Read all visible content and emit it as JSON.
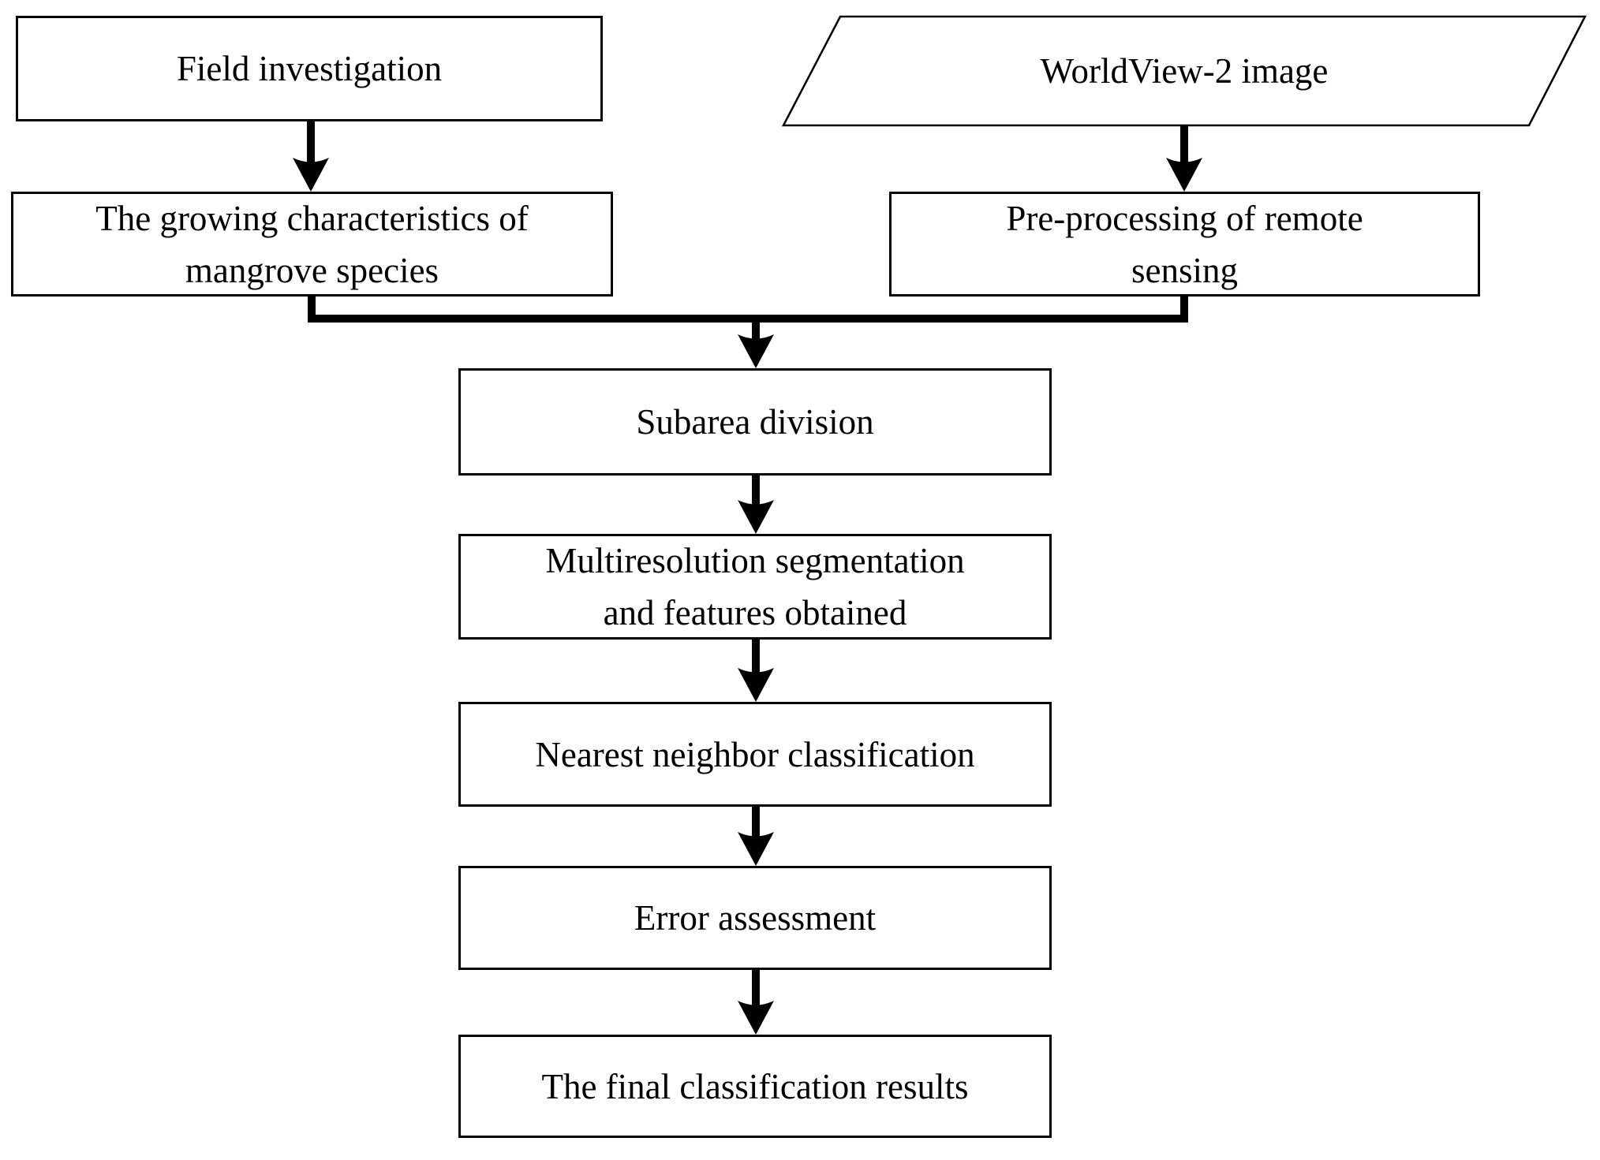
{
  "diagram": {
    "type": "flowchart",
    "nodes": {
      "field_investigation": {
        "label": "Field investigation",
        "shape": "rectangle"
      },
      "worldview_image": {
        "label": "WorldView-2 image",
        "shape": "parallelogram"
      },
      "growing_characteristics": {
        "label": "The growing characteristics of\nmangrove species",
        "shape": "rectangle"
      },
      "preprocessing": {
        "label": "Pre-processing of remote\nsensing",
        "shape": "rectangle"
      },
      "subarea_division": {
        "label": "Subarea division",
        "shape": "rectangle"
      },
      "multiresolution": {
        "label": "Multiresolution segmentation\nand features obtained",
        "shape": "rectangle"
      },
      "nearest_neighbor": {
        "label": "Nearest neighbor classification",
        "shape": "rectangle"
      },
      "error_assessment": {
        "label": "Error assessment",
        "shape": "rectangle"
      },
      "final_results": {
        "label": "The final classification results",
        "shape": "rectangle"
      }
    },
    "edges": [
      {
        "from": "field_investigation",
        "to": "growing_characteristics"
      },
      {
        "from": "worldview_image",
        "to": "preprocessing"
      },
      {
        "from": "growing_characteristics",
        "to": "subarea_division"
      },
      {
        "from": "preprocessing",
        "to": "subarea_division"
      },
      {
        "from": "subarea_division",
        "to": "multiresolution"
      },
      {
        "from": "multiresolution",
        "to": "nearest_neighbor"
      },
      {
        "from": "nearest_neighbor",
        "to": "error_assessment"
      },
      {
        "from": "error_assessment",
        "to": "final_results"
      }
    ],
    "colors": {
      "stroke": "#000000",
      "fill": "#ffffff",
      "text": "#000000"
    }
  }
}
